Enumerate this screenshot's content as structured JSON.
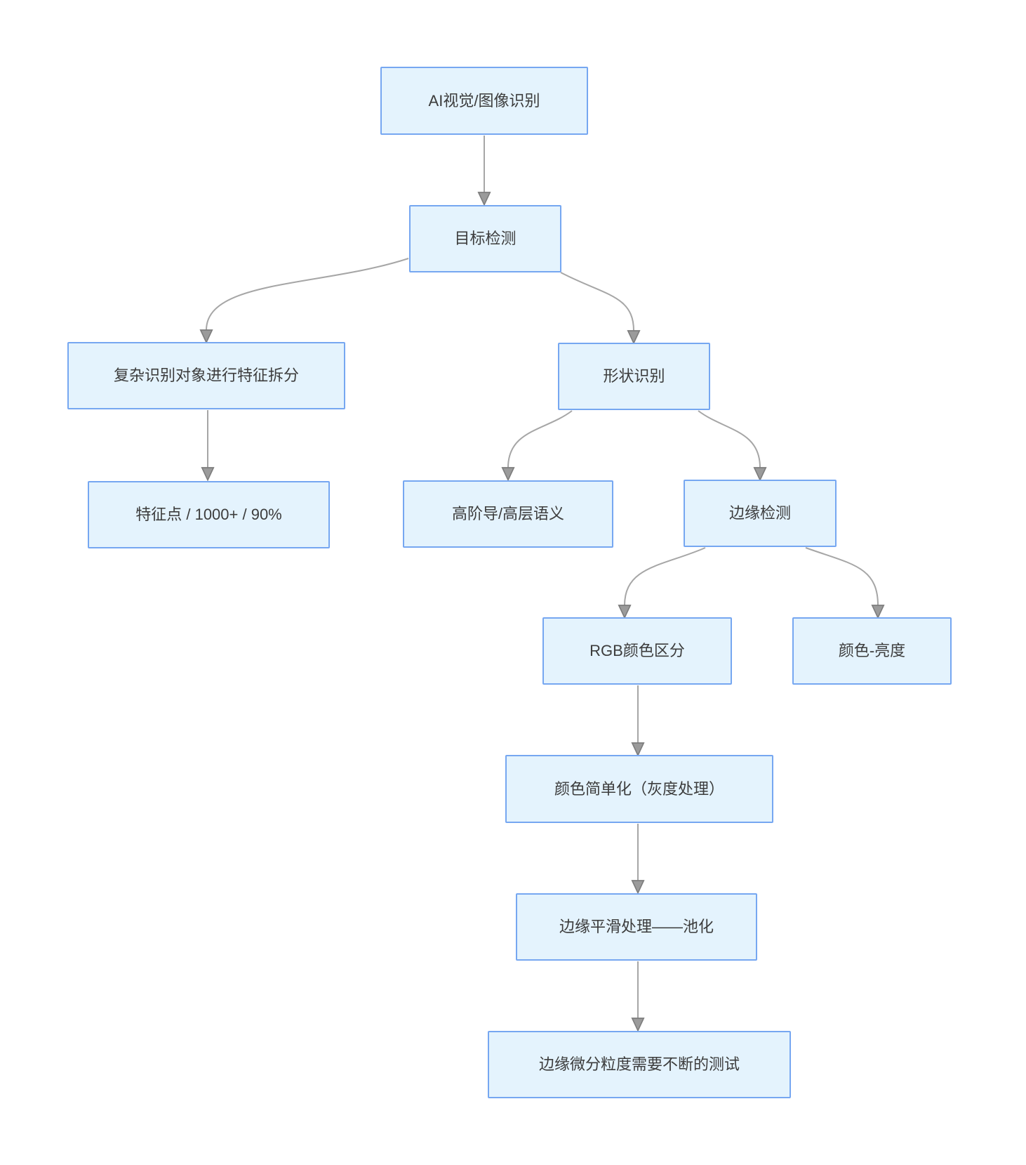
{
  "diagram": {
    "title": "AI vision recognition flowchart",
    "background_color": "#ffffff",
    "node_fill_color": "#e4f3fd",
    "node_border_color": "#76a7f1",
    "node_text_color": "#3c3c3c",
    "edge_color": "#a6a6a6",
    "arrowhead_fill_color": "#9b9b9b",
    "nodes": {
      "ai_vision": {
        "label": "AI视觉/图像识别"
      },
      "target_detection": {
        "label": "目标检测"
      },
      "feature_split": {
        "label": "复杂识别对象进行特征拆分"
      },
      "feature_points": {
        "label": "特征点 / 1000+ / 90%"
      },
      "shape_recognition": {
        "label": "形状识别"
      },
      "high_order": {
        "label": "高阶导/高层语义"
      },
      "edge_detection": {
        "label": "边缘检测"
      },
      "rgb_color": {
        "label": "RGB颜色区分"
      },
      "color_brightness": {
        "label": "颜色-亮度"
      },
      "color_simplify": {
        "label": "颜色简单化（灰度处理）"
      },
      "edge_smooth": {
        "label": "边缘平滑处理——池化"
      },
      "edge_granularity": {
        "label": "边缘微分粒度需要不断的测试"
      }
    },
    "edges": [
      {
        "from": "ai_vision",
        "to": "target_detection"
      },
      {
        "from": "target_detection",
        "to": "feature_split"
      },
      {
        "from": "target_detection",
        "to": "shape_recognition"
      },
      {
        "from": "feature_split",
        "to": "feature_points"
      },
      {
        "from": "shape_recognition",
        "to": "high_order"
      },
      {
        "from": "shape_recognition",
        "to": "edge_detection"
      },
      {
        "from": "edge_detection",
        "to": "rgb_color"
      },
      {
        "from": "edge_detection",
        "to": "color_brightness"
      },
      {
        "from": "rgb_color",
        "to": "color_simplify"
      },
      {
        "from": "color_simplify",
        "to": "edge_smooth"
      },
      {
        "from": "edge_smooth",
        "to": "edge_granularity"
      }
    ]
  }
}
